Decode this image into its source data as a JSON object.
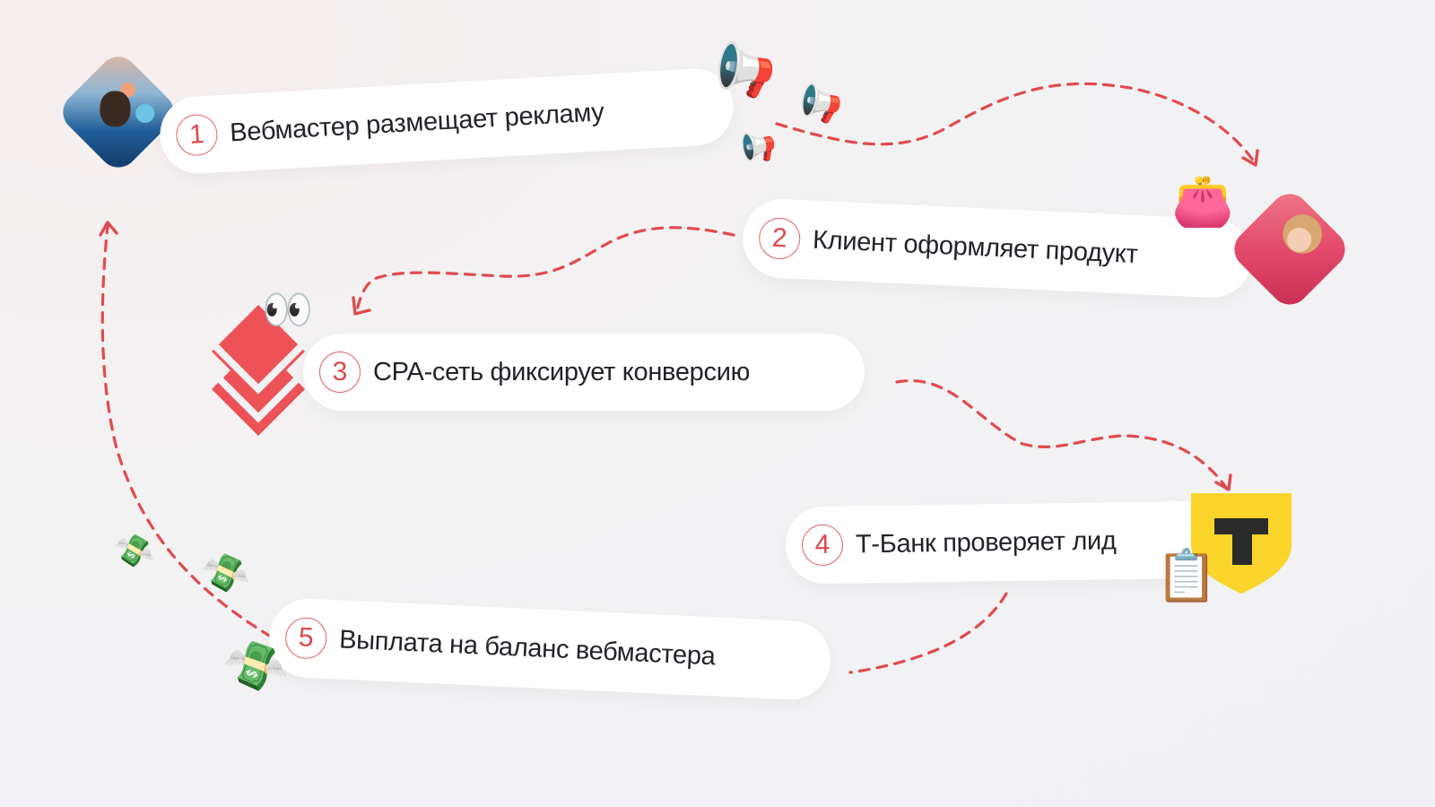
{
  "diagram": {
    "type": "process-cycle",
    "accent_color": "#e0474c",
    "path_color": "#e04a4f",
    "steps": [
      {
        "number": "1",
        "label": "Вебмастер размещает рекламу",
        "icon": "webmaster-photo",
        "decorations": [
          "megaphone-icon",
          "megaphone-icon",
          "megaphone-icon"
        ]
      },
      {
        "number": "2",
        "label": "Клиент оформляет продукт",
        "icon": "client-photo",
        "decorations": [
          "purse-icon"
        ]
      },
      {
        "number": "3",
        "label": "CPA-сеть фиксирует конверсию",
        "icon": "cpa-network-logo",
        "decorations": [
          "eyes-icon"
        ]
      },
      {
        "number": "4",
        "label": "Т-Банк проверяет лид",
        "icon": "tbank-logo",
        "decorations": [
          "clipboard-icon"
        ]
      },
      {
        "number": "5",
        "label": "Выплата на баланс вебмастера",
        "icon": "money-with-wings-icon",
        "decorations": [
          "money-with-wings-icon",
          "money-with-wings-icon",
          "money-with-wings-icon"
        ]
      }
    ],
    "connections": [
      {
        "from": "1",
        "to": "2",
        "style": "dashed-arrow"
      },
      {
        "from": "2",
        "to": "3",
        "style": "dashed-arrow"
      },
      {
        "from": "3",
        "to": "4",
        "style": "dashed-arrow"
      },
      {
        "from": "4",
        "to": "5",
        "style": "dashed"
      },
      {
        "from": "5",
        "to": "1",
        "style": "dashed-arrow"
      }
    ],
    "tbank_logo_letter": "Т",
    "emoji": {
      "megaphone": "📢",
      "purse": "👛",
      "eyes": "👀",
      "clipboard": "📋",
      "money": "💸"
    }
  }
}
